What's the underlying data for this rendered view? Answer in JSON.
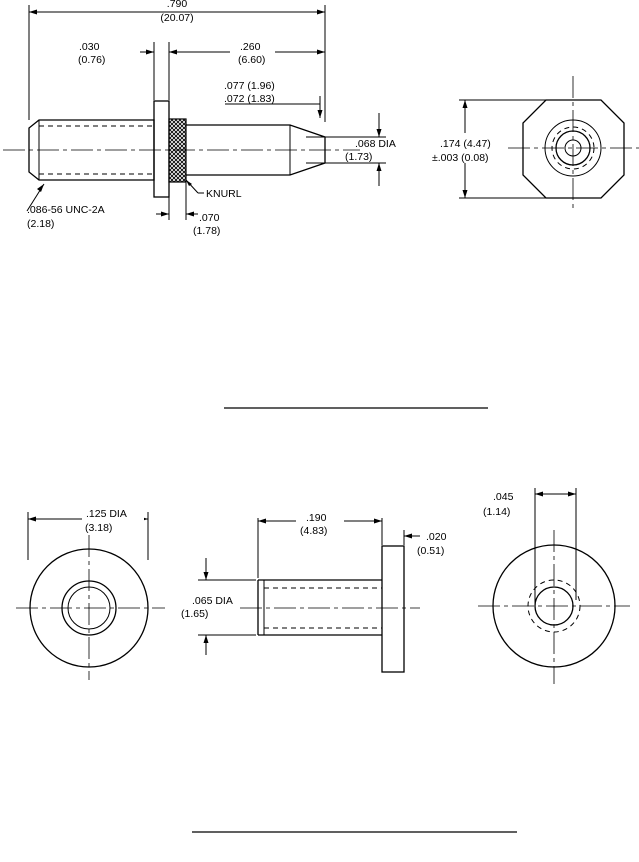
{
  "figure1": {
    "overall_length": ".790",
    "overall_length_mm": "(20.07)",
    "flange_thickness": ".030",
    "flange_thickness_mm": "(0.76)",
    "pin_length": ".260",
    "pin_length_mm": "(6.60)",
    "pin_dia_max": ".077  (1.96)",
    "pin_dia_min": ".072  (1.83)",
    "tip_dia": ".068 DIA",
    "tip_dia_mm": "(1.73)",
    "knurl_label": "KNURL",
    "thread_spec": ".086-56 UNC-2A",
    "thread_spec_mm": "(2.18)",
    "knurl_length": ".070",
    "knurl_length_mm": "(1.78)",
    "hex_size": ".174  (4.47)",
    "hex_tol": "±.003  (0.08)"
  },
  "figure2": {
    "flange_dia": ".125 DIA",
    "flange_dia_mm": "(3.18)",
    "body_length": ".190",
    "body_length_mm": "(4.83)",
    "flange_thick": ".020",
    "flange_thick_mm": "(0.51)",
    "body_dia": ".065 DIA",
    "body_dia_mm": "(1.65)",
    "hole_dia": ".045",
    "hole_dia_mm": "(1.14)"
  }
}
